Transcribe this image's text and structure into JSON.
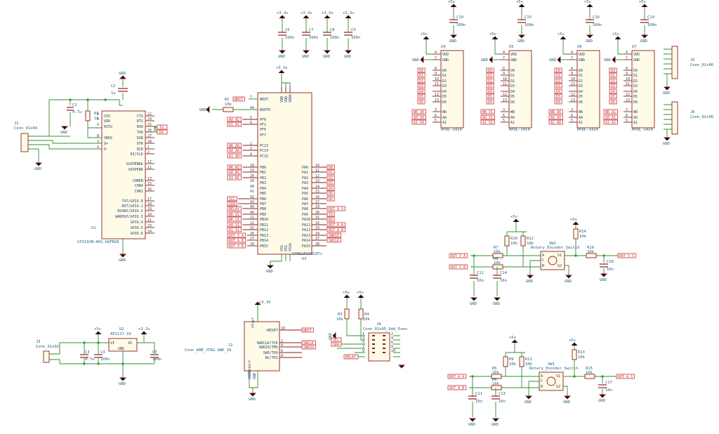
{
  "symbols": {
    "gnd": "GND",
    "p5": "+5v",
    "p33": "+3.3v",
    "p33b": "+3.3V"
  },
  "j1": {
    "ref": "J1",
    "value": "Conn_01x04"
  },
  "c1": {
    "ref": "C1",
    "value": "4.7u"
  },
  "c2": {
    "ref": "C2",
    "value": "1u"
  },
  "r1": {
    "ref": "R1",
    "value": "1k"
  },
  "u1": {
    "ref": "U1",
    "value": "CP2102N-A01-GQFN28",
    "left_pins": [
      {
        "n": "5",
        "name": "VIO"
      },
      {
        "n": "6",
        "name": "VDD"
      },
      {
        "n": "9",
        "name": "RSTb"
      },
      {
        "n": "8",
        "name": "VBUS"
      },
      {
        "n": "3",
        "name": "D+"
      },
      {
        "n": "4",
        "name": "D-"
      }
    ],
    "right_pins": [
      {
        "n": "22",
        "name": "CTS"
      },
      {
        "n": "24",
        "name": "RTS"
      },
      {
        "n": "25",
        "name": "RXD"
      },
      {
        "n": "26",
        "name": "TXD"
      },
      {
        "n": "27",
        "name": "DSR"
      },
      {
        "n": "28",
        "name": "DTR"
      },
      {
        "n": "1",
        "name": "DCD"
      },
      {
        "n": "2",
        "name": "RI/CLK"
      },
      {
        "n": "12",
        "name": "SUSPENDb"
      },
      {
        "n": "11",
        "name": "SUSPEND"
      },
      {
        "n": "13",
        "name": "CHREN"
      },
      {
        "n": "15",
        "name": "CHR0"
      },
      {
        "n": "16",
        "name": "CHR1"
      },
      {
        "n": "17",
        "name": "TXT/GPIO.0"
      },
      {
        "n": "18",
        "name": "RXT/GPIO.1"
      },
      {
        "n": "19",
        "name": "RS485/GPIO.2"
      },
      {
        "n": "20",
        "name": "WAKEUP/GPIO.3"
      },
      {
        "n": "21",
        "name": "GPIO.4"
      },
      {
        "n": "23",
        "name": "GPIO.5"
      },
      {
        "n": "14",
        "name": "GPIO.6"
      }
    ],
    "tx": "TX",
    "rx": "RX"
  },
  "decoupling": [
    {
      "ref": "C6",
      "value": "100n"
    },
    {
      "ref": "C7",
      "value": "100n"
    },
    {
      "ref": "C8",
      "value": "100n"
    },
    {
      "ref": "C9",
      "value": "100n"
    }
  ],
  "r2": {
    "ref": "R2",
    "value": "10k"
  },
  "u3": {
    "ref": "U3",
    "value": "STM32F030C8Tx",
    "top_pins": [
      "VDD",
      "VDD",
      "VDDA"
    ],
    "bottom_pins": [
      "VSS",
      "VSS",
      "VSSA"
    ],
    "left_pins": [
      {
        "n": "7",
        "name": "NRST"
      },
      {
        "n": "44",
        "name": "BOOT0"
      },
      {
        "n": "5",
        "name": "PF0"
      },
      {
        "n": "6",
        "name": "PF1"
      },
      {
        "n": "",
        "name": "PF6"
      },
      {
        "n": "",
        "name": "PF7"
      },
      {
        "n": "2",
        "name": "PC13"
      },
      {
        "n": "3",
        "name": "PC14"
      },
      {
        "n": "4",
        "name": "PC15"
      },
      {
        "n": "18",
        "name": "PB0"
      },
      {
        "n": "19",
        "name": "PB1"
      },
      {
        "n": "20",
        "name": "PB2"
      },
      {
        "n": "39",
        "name": "PB3"
      },
      {
        "n": "40",
        "name": "PB4"
      },
      {
        "n": "41",
        "name": "PB5"
      },
      {
        "n": "42",
        "name": "PB6"
      },
      {
        "n": "43",
        "name": "PB7"
      },
      {
        "n": "45",
        "name": "PB8"
      },
      {
        "n": "46",
        "name": "PB9"
      },
      {
        "n": "21",
        "name": "PB10"
      },
      {
        "n": "22",
        "name": "PB11"
      },
      {
        "n": "25",
        "name": "PB12"
      },
      {
        "n": "26",
        "name": "PB13"
      },
      {
        "n": "27",
        "name": "PB14"
      },
      {
        "n": "28",
        "name": "PB15"
      }
    ],
    "left_labels": [
      "NRST",
      "",
      "A0_A1",
      "A1_A1",
      "",
      "",
      "WR_A0",
      "A0_A0",
      "A1_A0",
      "WR_W1",
      "A0_W1",
      "A1_W1",
      "",
      "",
      "",
      "SCL",
      "SDA",
      "RELAY",
      "WR_A1",
      "WR_V1",
      "A0_V1",
      "A1_V1",
      "ROT_V_A",
      "ROT_A_B",
      "ROT_V_B"
    ],
    "right_pins": [
      {
        "n": "10",
        "name": "PA0"
      },
      {
        "n": "11",
        "name": "PA1"
      },
      {
        "n": "12",
        "name": "PA2"
      },
      {
        "n": "13",
        "name": "PA3"
      },
      {
        "n": "14",
        "name": "PA4"
      },
      {
        "n": "15",
        "name": "PA5"
      },
      {
        "n": "16",
        "name": "PA6"
      },
      {
        "n": "17",
        "name": "PA7"
      },
      {
        "n": "29",
        "name": "PA8"
      },
      {
        "n": "30",
        "name": "PA9"
      },
      {
        "n": "31",
        "name": "PA10"
      },
      {
        "n": "32",
        "name": "PA11"
      },
      {
        "n": "33",
        "name": "PA12"
      },
      {
        "n": "34",
        "name": "PA13"
      },
      {
        "n": "37",
        "name": "PA14"
      },
      {
        "n": "38",
        "name": "PA15"
      }
    ],
    "right_labels": [
      "D0",
      "D1",
      "D2",
      "D3",
      "D4",
      "D5",
      "D6",
      "",
      "ROT_A_S",
      "TX",
      "RX",
      "ROT_A_A",
      "ROT_A_B",
      "SWDIO",
      "SWCLK",
      ""
    ]
  },
  "displays": [
    {
      "ref": "U4",
      "cref": "C10",
      "value": "HPDL-1414",
      "wr": "WR_V0",
      "a0": "A0_V0",
      "a1": "A1_V0"
    },
    {
      "ref": "U5",
      "cref": "C15",
      "value": "HPDL-1414",
      "wr": "WR_V1",
      "a0": "A0_V1",
      "a1": "A1_V1"
    },
    {
      "ref": "U6",
      "cref": "C16",
      "value": "HPDL-1414",
      "wr": "WR_A0",
      "a0": "A0_A0",
      "a1": "A1_A0"
    },
    {
      "ref": "U7",
      "cref": "C19",
      "value": "HPDL-1414",
      "wr": "WR_A1",
      "a0": "A0_A1",
      "a1": "A1_A1"
    }
  ],
  "disp_pins": {
    "left": [
      {
        "n": "4",
        "name": "VDD"
      },
      {
        "n": "7",
        "name": "GND"
      },
      {
        "n": "8",
        "name": "D0"
      },
      {
        "n": "9",
        "name": "D1"
      },
      {
        "n": "10",
        "name": "D2"
      },
      {
        "n": "11",
        "name": "D3"
      },
      {
        "n": "",
        "name": "D4"
      },
      {
        "n": "12",
        "name": "D5"
      },
      {
        "n": "13",
        "name": "D6"
      },
      {
        "n": "3",
        "name": "WR"
      },
      {
        "n": "6",
        "name": "A0"
      },
      {
        "n": "5",
        "name": "A1"
      }
    ],
    "dlabels": [
      "D0",
      "D1",
      "D2",
      "D3",
      "D4",
      "D5",
      "D6"
    ]
  },
  "cap_100n": "100n",
  "j5": {
    "ref": "J5",
    "value": "Conn_01x06"
  },
  "j6": {
    "ref": "J6",
    "value": "Conn_01x06"
  },
  "enc_v": {
    "sw": "SW2",
    "value": "Rotary_Encoder_Switch",
    "rA": {
      "ref": "R7",
      "value": "10k"
    },
    "rB": {
      "ref": "R8",
      "value": "10k"
    },
    "rp1": {
      "ref": "R10",
      "value": "10k"
    },
    "rp2": {
      "ref": "R12",
      "value": "10k"
    },
    "rs": {
      "ref": "R16",
      "value": "10k"
    },
    "rsp": {
      "ref": "R14",
      "value": "10k"
    },
    "cA": {
      "ref": "C12",
      "value": "10n"
    },
    "cB": {
      "ref": "C14",
      "value": "10n"
    },
    "cS": {
      "ref": "C18",
      "value": "10n"
    },
    "inA": "ROT_V_A",
    "inB": "ROT_V_B",
    "out": "ROT_V_S",
    "pins": [
      "A",
      "C",
      "B",
      "S1",
      "S2"
    ]
  },
  "enc_a": {
    "sw": "SW1",
    "value": "Rotary_Encoder_Switch",
    "rA": {
      "ref": "R5",
      "value": "10k"
    },
    "rB": {
      "ref": "R6",
      "value": "10k"
    },
    "rp1": {
      "ref": "R9",
      "value": "10k"
    },
    "rp2": {
      "ref": "R11",
      "value": "10k"
    },
    "rs": {
      "ref": "R15",
      "value": "10k"
    },
    "rsp": {
      "ref": "R13",
      "value": "10k"
    },
    "cA": {
      "ref": "C11",
      "value": "10n"
    },
    "cB": {
      "ref": "C13",
      "value": "10n"
    },
    "cS": {
      "ref": "C17",
      "value": "10n"
    },
    "inA": "ROT_A_A",
    "inB": "ROT_A_B",
    "out": "ROT_A_S",
    "pins": [
      "A",
      "C",
      "B",
      "S1",
      "S2"
    ]
  },
  "j3": {
    "ref": "J3",
    "value": "Conn_01x02"
  },
  "c3": {
    "ref": "C3",
    "value": "4.7u"
  },
  "c4": {
    "ref": "C4",
    "value": "100n"
  },
  "c5": {
    "ref": "C5",
    "value": "100n"
  },
  "u2": {
    "ref": "U2",
    "value": "AP1117-33",
    "vi": "VI",
    "vo": "VO",
    "gnd": "GND"
  },
  "j2": {
    "ref": "J2",
    "value": "Conn_ARM_JTAG_SWD_10",
    "pins": [
      {
        "n": "10",
        "name": "~RESET"
      },
      {
        "n": "2",
        "name": "SWDCLK/TCK"
      },
      {
        "n": "4",
        "name": "SWDIO/TMS"
      },
      {
        "n": "6",
        "name": "SWO/TDO"
      },
      {
        "n": "8",
        "name": "NC/TDI"
      }
    ],
    "vtref": "VTref",
    "gnddet": "GNDDetect",
    "gnd": "GND",
    "labels": [
      "NRST",
      "SWCLK",
      "SWDIO"
    ]
  },
  "r3": {
    "ref": "R3",
    "value": "10k"
  },
  "r4": {
    "ref": "R4",
    "value": "10k"
  },
  "j4": {
    "ref": "J4",
    "value": "Conn_02x05_Odd_Even",
    "pin_nums": [
      "1",
      "2",
      "3",
      "4",
      "5",
      "6",
      "7",
      "8",
      "9",
      "10"
    ],
    "labels": [
      "SCL",
      "SDA",
      "RELAY"
    ]
  }
}
